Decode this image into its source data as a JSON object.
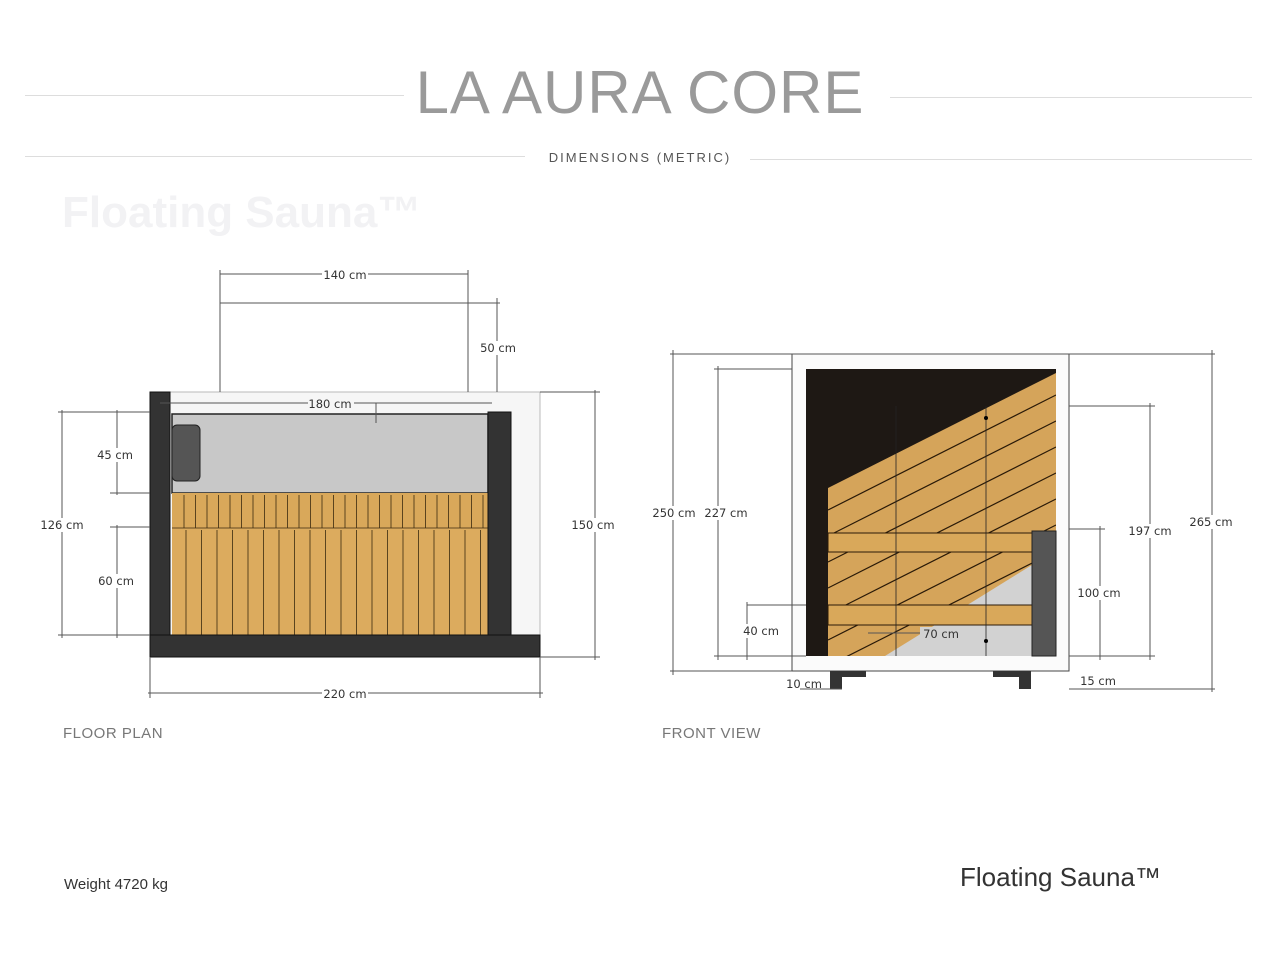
{
  "header": {
    "title": "LA AURA CORE",
    "subtitle": "DIMENSIONS (METRIC)",
    "ghost_text": "Floating Sauna™"
  },
  "floor_plan": {
    "caption": "FLOOR PLAN",
    "dims": {
      "top_width": "140 cm",
      "top_depth": "50 cm",
      "inner_width": "180 cm",
      "total_depth": "150 cm",
      "inner_depth": "126 cm",
      "bench_upper": "45 cm",
      "bench_lower": "60 cm",
      "total_width": "220 cm"
    }
  },
  "front_view": {
    "caption": "FRONT VIEW",
    "dims": {
      "height_left": "250 cm",
      "inner_height": "227 cm",
      "bench_height": "40 cm",
      "door_width": "70 cm",
      "door_height": "197 cm",
      "heater_height": "100 cm",
      "total_height": "265 cm",
      "base_left": "10 cm",
      "base_right": "15 cm"
    }
  },
  "footer": {
    "weight": "Weight  4720 kg",
    "brand": "Floating Sauna™"
  },
  "colors": {
    "wood": "#d9a85a",
    "dark": "#2e2e2e",
    "grey": "#c8c8c8",
    "title": "#9a9a9a"
  }
}
